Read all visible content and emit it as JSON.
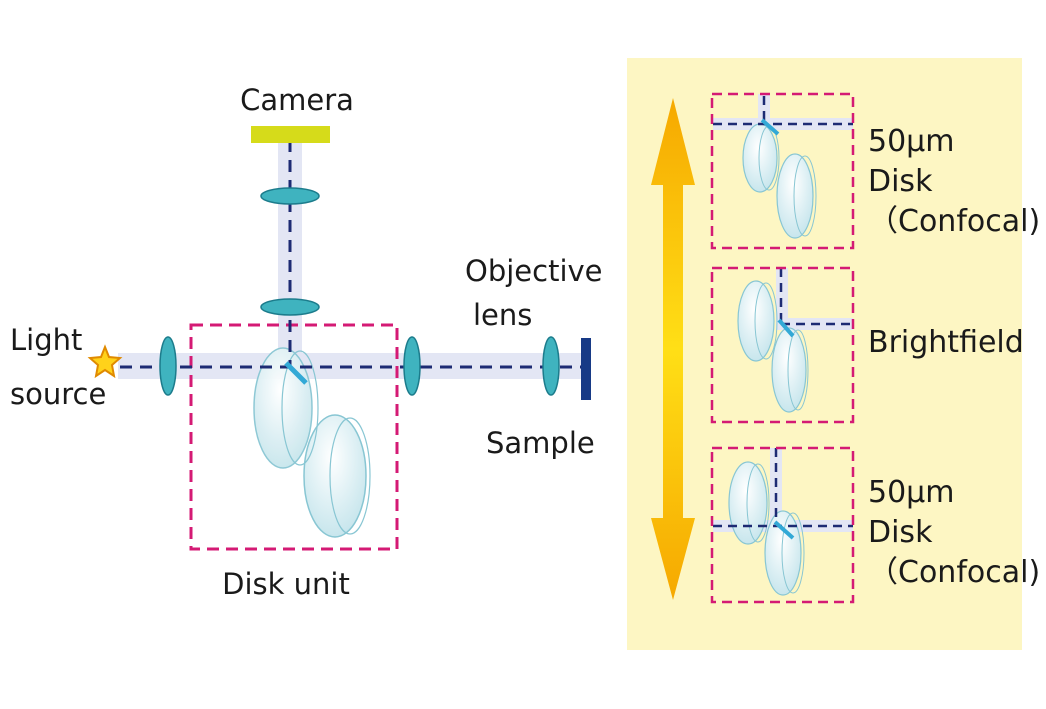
{
  "colors": {
    "panel_bg": "#fdf6c3",
    "beam": "#e3e6f4",
    "dashed_path": "#1d2b73",
    "dashed_box": "#d41a74",
    "lens_fill": "#3fb3bf",
    "lens_stroke": "#1c7c8c",
    "camera": "#d6db1a",
    "sample": "#173a86",
    "disk_fill": "#d9eef2",
    "disk_stroke": "#88c6d3",
    "mirror": "#33a9d6",
    "arrow_start": "#f6a800",
    "arrow_end": "#ffdf16"
  },
  "labels": {
    "camera": "Camera",
    "objective_line1": "Objective",
    "objective_line2": "lens",
    "light_line1": "Light",
    "light_line2": "source",
    "sample": "Sample",
    "disk_unit": "Disk unit"
  },
  "modes": [
    {
      "lines": [
        "50μm",
        "Disk",
        "（Confocal)"
      ]
    },
    {
      "lines": [
        "Brightfield"
      ]
    },
    {
      "lines": [
        "50μm",
        "Disk",
        "（Confocal)"
      ]
    }
  ],
  "icons": {
    "light_source": "star-icon",
    "mode_switch": "double-arrow-icon"
  }
}
